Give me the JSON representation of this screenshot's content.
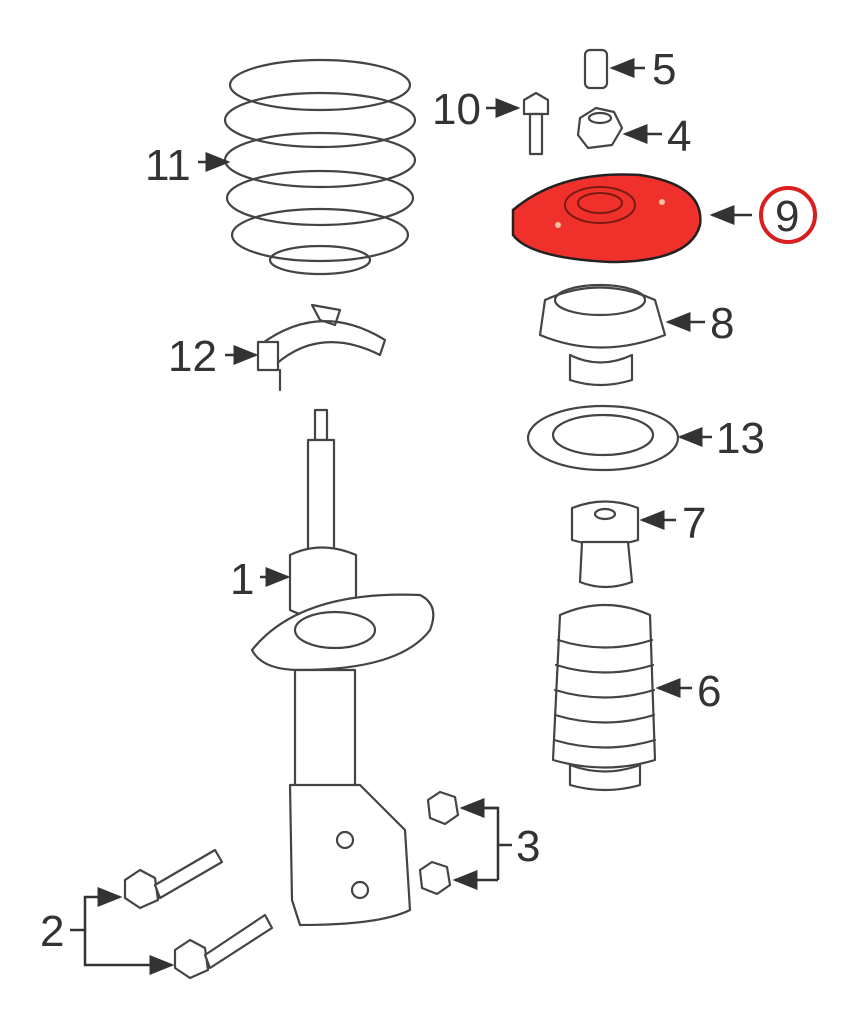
{
  "diagram": {
    "title": "Front strut assembly exploded view",
    "highlight_color": "#f0302a",
    "callout_circle_color": "#d81e1e",
    "parts": [
      {
        "id": "1",
        "label": "1"
      },
      {
        "id": "2",
        "label": "2"
      },
      {
        "id": "3",
        "label": "3"
      },
      {
        "id": "4",
        "label": "4"
      },
      {
        "id": "5",
        "label": "5"
      },
      {
        "id": "6",
        "label": "6"
      },
      {
        "id": "7",
        "label": "7"
      },
      {
        "id": "8",
        "label": "8"
      },
      {
        "id": "9",
        "label": "9",
        "highlighted": true
      },
      {
        "id": "10",
        "label": "10"
      },
      {
        "id": "11",
        "label": "11"
      },
      {
        "id": "12",
        "label": "12"
      },
      {
        "id": "13",
        "label": "13"
      }
    ]
  }
}
